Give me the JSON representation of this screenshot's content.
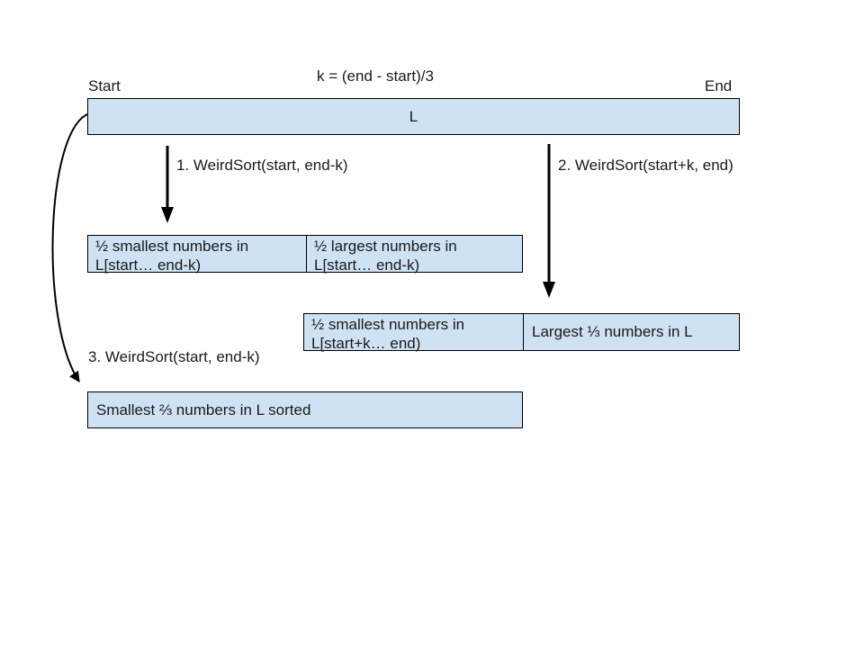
{
  "formula": "k = (end - start)/3",
  "start_label": "Start",
  "end_label": "End",
  "list_label": "L",
  "step1_label": "1. WeirdSort(start, end-k)",
  "step2_label": "2. WeirdSort(start+k, end)",
  "step3_label": "3. WeirdSort(start, end-k)",
  "after_step1": {
    "left_line1": "½ smallest numbers in",
    "left_line2": "L[start… end-k)",
    "right_line1": "½ largest numbers in",
    "right_line2": "L[start… end-k)"
  },
  "after_step2": {
    "left_line1": "½ smallest numbers in",
    "left_line2": "L[start+k… end)",
    "right": "Largest ⅓ numbers in L"
  },
  "after_step3": "Smallest ⅔ numbers in L sorted",
  "colors": {
    "box_fill": "#cfe2f3",
    "box_border": "#000000",
    "arrow": "#000000"
  }
}
